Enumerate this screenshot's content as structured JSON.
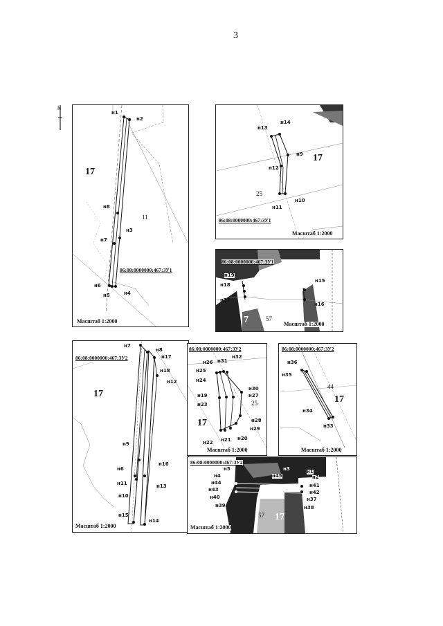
{
  "page_number": "3",
  "scale_label": "Масштаб 1:2000",
  "cad_zu1": "86:08:0000000:467:ЗУ1",
  "cad_zu2": "86:08:0000000:467:ЗУ2",
  "cad_zu1_partial": "86:08:0000000:467:ЗУ1",
  "cad_zu2_partial": "86:08:0000000:467:ЗУ2",
  "map1": {
    "area17": "17",
    "area11": "11",
    "pts": [
      "н1",
      "н2",
      "н8",
      "н3",
      "н7",
      "н6",
      "н5",
      "н4"
    ]
  },
  "map2": {
    "area17": "17",
    "area25": "25",
    "pts": [
      "н13",
      "н14",
      "н9",
      "н12",
      "н11",
      "н10"
    ]
  },
  "map3": {
    "area57": "57",
    "area7": "7",
    "pts": [
      "н19",
      "н18",
      "н17",
      "н15",
      "н16"
    ]
  },
  "map4": {
    "area17": "17",
    "pts": [
      "н7",
      "н8",
      "н17",
      "н18",
      "н12",
      "н9",
      "н6",
      "н11",
      "н10",
      "н16",
      "н13",
      "н15",
      "н14"
    ]
  },
  "map5": {
    "area17": "17",
    "area25": "25",
    "pts": [
      "н26",
      "н31",
      "н32",
      "н25",
      "н24",
      "н30",
      "н19",
      "н27",
      "н23",
      "н28",
      "н29",
      "н22",
      "н21",
      "н20"
    ]
  },
  "map6": {
    "area17": "17",
    "area44": "44",
    "pts": [
      "н36",
      "н35",
      "н34",
      "н33"
    ]
  },
  "map7": {
    "area17": "17",
    "area57": "57",
    "pts": [
      "н5",
      "н4",
      "н44",
      "н43",
      "н40",
      "н39",
      "н45",
      "н3",
      "н1",
      "н2",
      "н41",
      "н42",
      "н37",
      "н38"
    ]
  }
}
